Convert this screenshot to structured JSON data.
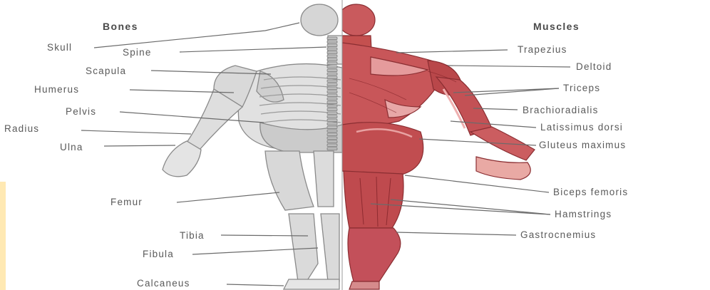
{
  "headers": {
    "bones": "Bones",
    "muscles": "Muscles"
  },
  "bones_labels": [
    "Skull",
    "Spine",
    "Scapula",
    "Humerus",
    "Pelvis",
    "Radius",
    "Ulna",
    "Femur",
    "Tibia",
    "Fibula",
    "Calcaneus"
  ],
  "muscle_labels": [
    "Trapezius",
    "Deltoid",
    "Triceps",
    "Brachioradialis",
    "Latissimus dorsi",
    "Gluteus maximus",
    "Biceps femoris",
    "Hamstrings",
    "Gastrocnemius"
  ],
  "colors": {
    "bone": "#d4d4d4",
    "bone_edge": "#8c8c8c",
    "muscle": "#c8575a",
    "muscle_dark": "#9e3338",
    "muscle_light": "#e49a9a",
    "line": "#6a6a6a",
    "accent": "#ffe9b3"
  }
}
